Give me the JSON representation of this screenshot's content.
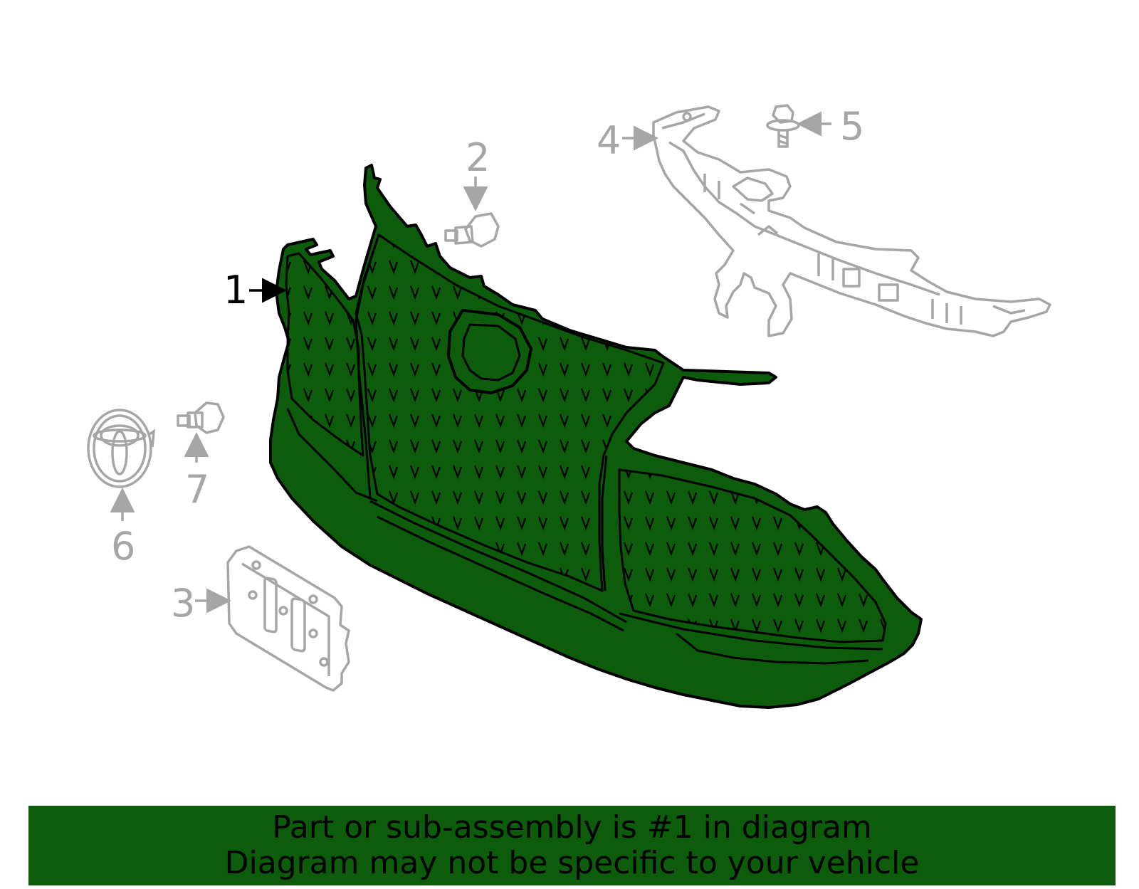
{
  "colors": {
    "highlight_fill": "#0d5c0b",
    "highlight_stroke": "#000000",
    "other_parts": "#a6a6a6",
    "banner_bg": "#0d5c0b"
  },
  "callouts": {
    "c1": "1",
    "c2": "2",
    "c3": "3",
    "c4": "4",
    "c5": "5",
    "c6": "6",
    "c7": "7"
  },
  "banner": {
    "line1": "Part or sub-assembly is #1 in diagram",
    "line2": "Diagram may not be specific to your vehicle"
  }
}
